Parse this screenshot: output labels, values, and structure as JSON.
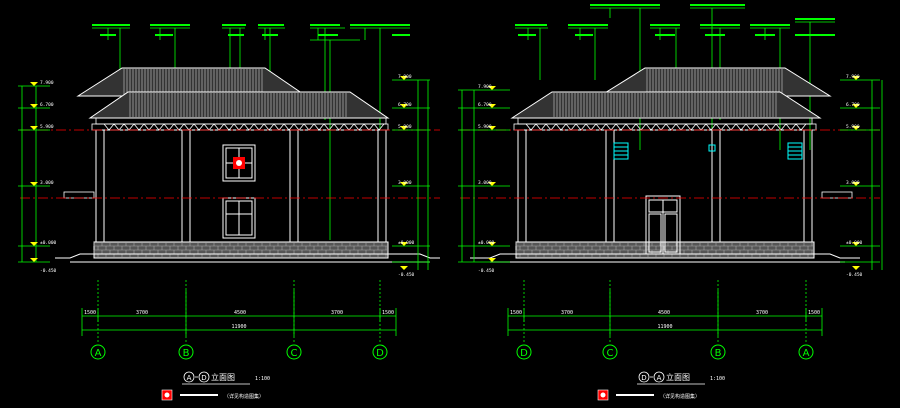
{
  "colors": {
    "background": "#000000",
    "outline": "#ffffff",
    "dimension": "#00ff00",
    "axis": "#ff0000",
    "level_mark": "#ffff00",
    "window": "#00ffff",
    "brick": "#888888"
  },
  "left_view": {
    "axes": [
      "A",
      "B",
      "C",
      "D"
    ],
    "title_axes": [
      "A",
      "D"
    ],
    "title_suffix": "立面图",
    "scale": "1:100",
    "legend_note": "（详见构造图集）",
    "overall_dim": "11900",
    "bay_dims": [
      "3700",
      "4500",
      "3700"
    ],
    "end_dims": [
      "1500",
      "1500"
    ]
  },
  "right_view": {
    "axes": [
      "D",
      "C",
      "B",
      "A"
    ],
    "title_axes": [
      "D",
      "A"
    ],
    "title_suffix": "立面图",
    "scale": "1:100",
    "legend_note": "（详见构造图集）",
    "overall_dim": "11900",
    "bay_dims": [
      "3700",
      "4500",
      "3700"
    ],
    "end_dims": [
      "1500",
      "1500"
    ]
  },
  "levels": [
    "7.900",
    "6.700",
    "5.900",
    "3.000",
    "±0.000",
    "-0.450"
  ]
}
